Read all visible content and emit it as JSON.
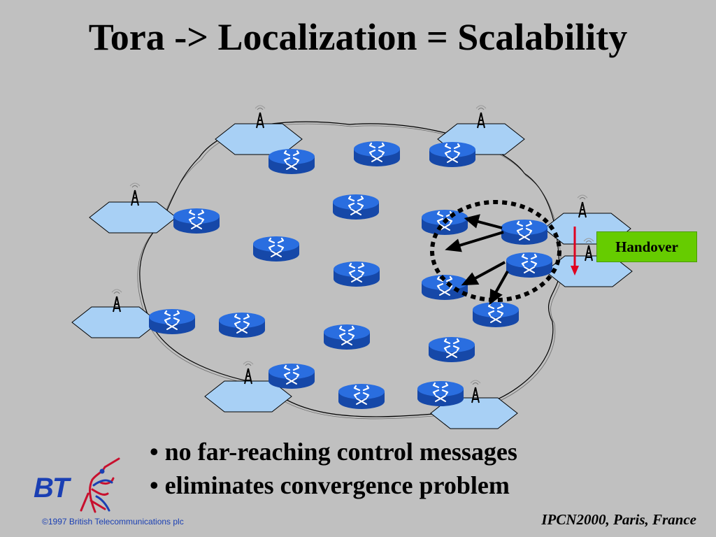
{
  "slide": {
    "title": "Tora -> Localization = Scalability",
    "handover_label": "Handover",
    "bullets": [
      "no far-reaching control messages",
      "eliminates convergence problem"
    ],
    "logo_text": "BT",
    "copyright": "©1997 British Telecommunications plc",
    "conference": "IPCN2000, Paris, France"
  },
  "colors": {
    "background": "#c0c0c0",
    "cell_fill": "#a8d0f5",
    "router_fill": "#1c5fd6",
    "handover_box": "#66cc00",
    "handover_arrow": "#e00020",
    "logo_blue": "#1a3fb3"
  },
  "icons": [
    "radio-tower-icon",
    "router-icon",
    "bt-piper-logo-icon"
  ]
}
